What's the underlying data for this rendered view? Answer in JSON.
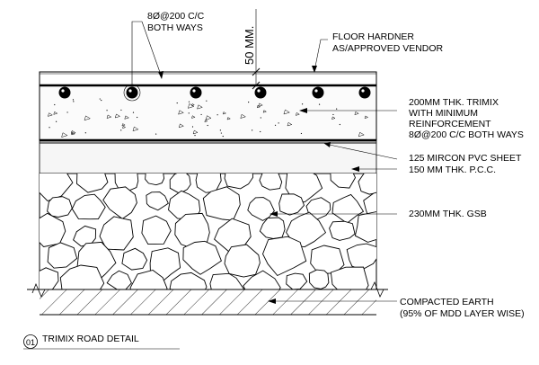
{
  "labels": {
    "rebar_top_line1": "8Ø@200 C/C",
    "rebar_top_line2": "BOTH WAYS",
    "dimension": "50 MM.",
    "hardner_line1": "FLOOR HARDNER",
    "hardner_line2": "AS/APPROVED VENDOR",
    "trimix_line1": "200MM THK. TRIMIX",
    "trimix_line2": "WITH MINIMUM",
    "trimix_line3": "REINFORCEMENT",
    "trimix_line4": "8Ø@200 C/C BOTH WAYS",
    "pvc_sheet": "125 MIRCON PVC SHEET",
    "pcc": "150 MM THK. P.C.C.",
    "gsb": "230MM THK. GSB",
    "earth_line1": "COMPACTED EARTH",
    "earth_line2": "(95% OF MDD LAYER WISE)"
  },
  "title": {
    "number": "01",
    "text": "TRIMIX ROAD DETAIL"
  }
}
